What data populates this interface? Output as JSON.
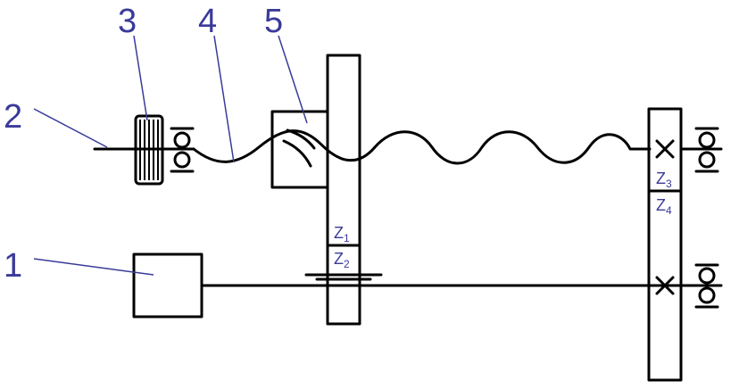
{
  "callouts": {
    "c1": "1",
    "c2": "2",
    "c3": "3",
    "c4": "4",
    "c5": "5"
  },
  "gears": {
    "z1": {
      "letter": "Z",
      "index": "1"
    },
    "z2": {
      "letter": "Z",
      "index": "2"
    },
    "z3": {
      "letter": "Z",
      "index": "3"
    },
    "z4": {
      "letter": "Z",
      "index": "4"
    }
  },
  "colors": {
    "callout_text": "#3a3a9a",
    "line": "#000000",
    "background": "#ffffff"
  }
}
